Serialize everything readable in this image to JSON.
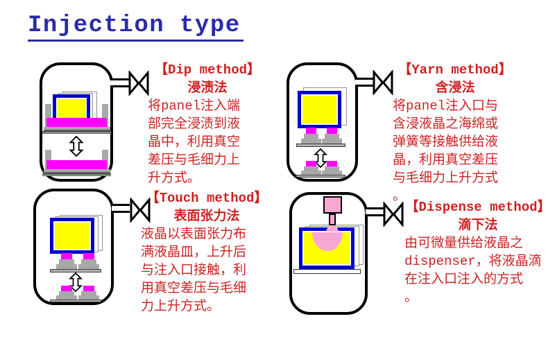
{
  "title": "Injection type",
  "colors": {
    "title_blue": "#2B2BA8",
    "text_red": "#CC2222",
    "panel_border_blue": "#0000CC",
    "panel_yellow": "#FFFF00",
    "liquid_magenta": "#FF00FF",
    "dispenser_pink": "#F7A8D2",
    "hardware_gray": "#A8A8A8"
  },
  "methods": [
    {
      "heading": "【Dip method】",
      "subheading": "浸渍法",
      "body": "将panel注入端\n部完全浸渍到液\n晶中，利用真空\n差压与毛细力上\n升方式。"
    },
    {
      "heading": "【Yarn method】",
      "subheading": "含浸法",
      "body": "将panel注入口与\n含浸液晶之海绵或\n弹簧等接触供给液\n晶，利用真空差压\n与毛细力上升方式\n。"
    },
    {
      "heading": "【Touch method】",
      "subheading": "表面张力法",
      "body": "液晶以表面张力布\n满液晶皿，上升后\n与注入口接触，利\n用真空差压与毛细\n力上升方式。"
    },
    {
      "heading": "【Dispense method】",
      "subheading": "滴下法",
      "body": "由可微量供给液晶之\ndispenser，将液晶滴\n在注入口注入的方式\n。"
    }
  ]
}
